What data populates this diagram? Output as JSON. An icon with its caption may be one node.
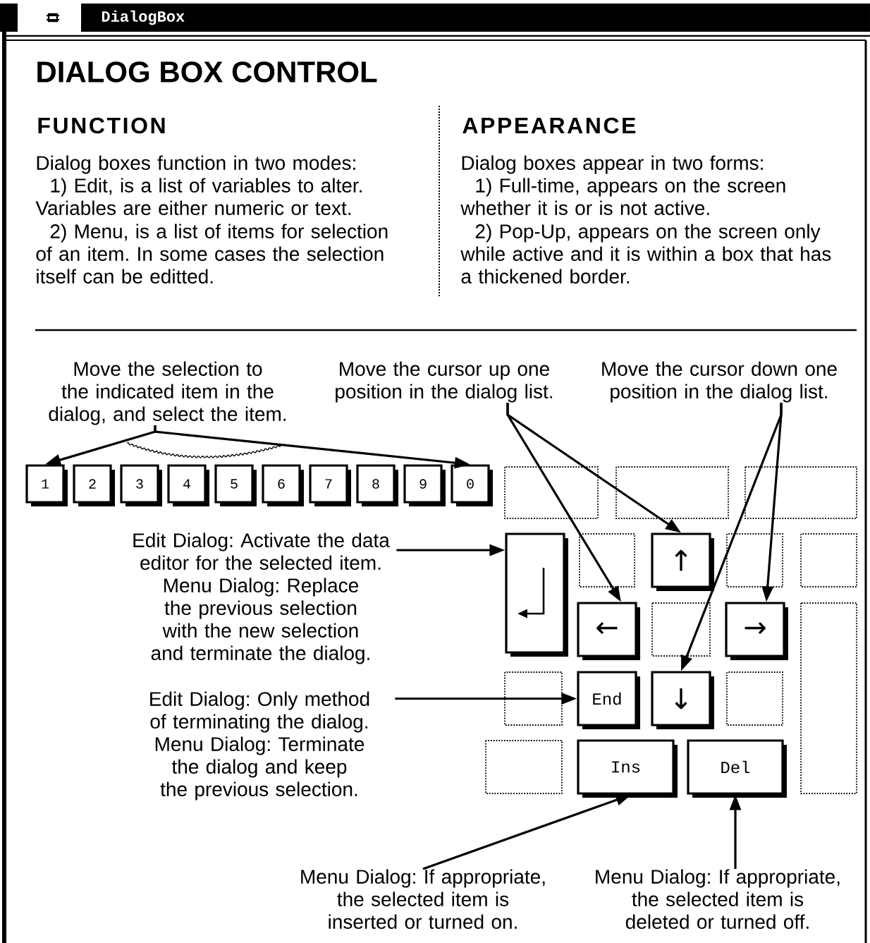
{
  "diagram": {
    "title": "DIALOG BOX CONTROL",
    "nodes": [
      {
        "text": [
          "Move the selection to the indicated item in the dialog, and select the item."
        ]
      },
      {
        "text": [
          "Move the cursor up one position in the dialog list."
        ]
      },
      {
        "text": [
          "Move the cursor down one position in the dialog list."
        ]
      },
      {
        "text": [
          "1"
        ]
      },
      {
        "text": [
          "2"
        ]
      },
      {
        "text": [
          "3"
        ]
      },
      {
        "text": [
          "4"
        ]
      },
      {
        "text": [
          "5"
        ]
      },
      {
        "text": [
          "6"
        ]
      },
      {
        "text": [
          "7"
        ]
      },
      {
        "text": [
          "8"
        ]
      },
      {
        "text": [
          "9"
        ]
      },
      {
        "text": [
          "0"
        ]
      },
      {
        "text": [
          "Edit Dialog: Activate the data editor for the selected item.",
          "Menu Dialog: Replace the previous selection with the new selection and terminate the dialog."
        ]
      },
      {
        "text": [
          "Edit Dialog: Only method of terminating the dialog.",
          "Menu Dialog: Terminate the dialog and keep the previous selection."
        ]
      },
      {
        "text": [
          "Menu Dialog: If appropriate, the selected item is inserted or turned on."
        ]
      },
      {
        "text": [
          "Menu Dialog: If appropriate, the selected item is deleted or turned off."
        ]
      },
      {
        "text": [],
        "shape": "box"
      },
      {
        "text": [
          "↑"
        ]
      },
      {
        "text": [
          "←"
        ]
      },
      {
        "text": [
          "→"
        ]
      },
      {
        "text": [
          "End"
        ]
      },
      {
        "text": [
          "↓"
        ]
      },
      {
        "text": [
          "Ins"
        ]
      },
      {
        "text": [
          "Del"
        ]
      }
    ],
    "edges": [
      {
        "from": 0,
        "to": 3,
        "arrow": "to"
      },
      {
        "from": 0,
        "to": 12,
        "arrow": "to"
      },
      {
        "from": 1,
        "to": 19,
        "arrow": "to"
      },
      {
        "from": 1,
        "to": 18,
        "arrow": "to"
      },
      {
        "from": 2,
        "to": 22,
        "arrow": "to"
      },
      {
        "from": 2,
        "to": 20,
        "arrow": "to"
      },
      {
        "from": 13,
        "to": 17,
        "arrow": "to"
      },
      {
        "from": 14,
        "to": 21,
        "arrow": "to"
      },
      {
        "from": 15,
        "to": 23,
        "arrow": "to"
      },
      {
        "from": 16,
        "to": 24,
        "arrow": "to"
      }
    ],
    "labels": [
      "DialogBox",
      "FUNCTION",
      "Dialog boxes function in two modes:",
      "1) Edit, is a list of variables to alter. Variables are either numeric or text.",
      "2) Menu, is a list of items for selection of an item. In some cases the selection itself can be editted.",
      "APPEARANCE",
      "Dialog boxes appear in two forms:",
      "1) Full-time, appears on the screen whether it is or is not active.",
      "2) Pop-Up, appears on the screen only while active and it is within a box that has a thickened border."
    ]
  }
}
